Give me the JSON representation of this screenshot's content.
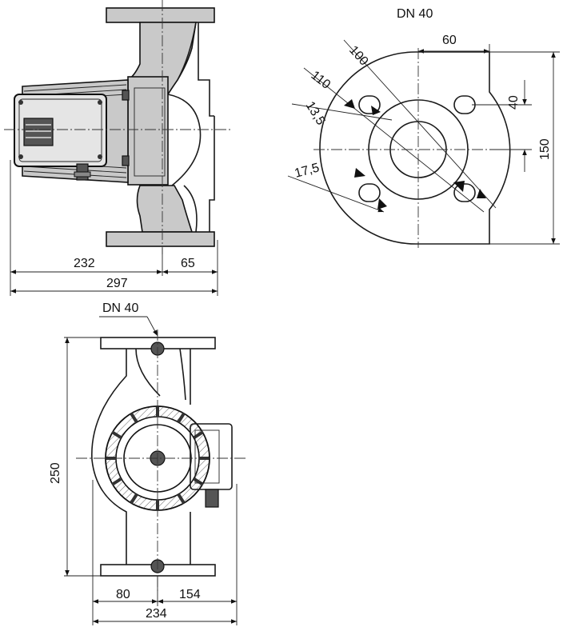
{
  "colors": {
    "line": "#1a1a1a",
    "fill": "#c9c9c9",
    "dark": "#555555"
  },
  "front_view": {
    "dims": {
      "motor_length": "232",
      "flange_offset": "65",
      "total_length": "297"
    }
  },
  "flange_view": {
    "title": "DN 40",
    "dims": {
      "d100": "100",
      "d110": "110",
      "d13_5": "13,5",
      "d17_5": "17,5",
      "d60": "60",
      "d40": "40",
      "d150": "150"
    }
  },
  "top_view": {
    "label": "DN 40",
    "dims": {
      "height": "250",
      "left": "80",
      "right": "154",
      "width": "234"
    }
  }
}
